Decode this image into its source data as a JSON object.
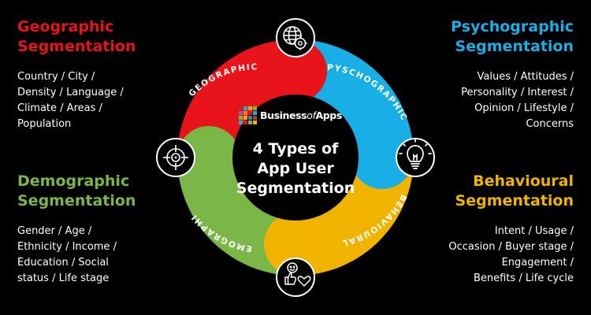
{
  "colors": {
    "background": "#000000",
    "geographic": "#e8141a",
    "psychographic": "#1aaee6",
    "behavioural": "#f0b400",
    "demographic": "#7ab648"
  },
  "center": {
    "logo_part1": "Business",
    "logo_part2": "of",
    "logo_part3": "Apps",
    "title_lines": [
      "4 Types of",
      "App User",
      "Segmentation"
    ]
  },
  "ring_labels": {
    "geographic": "GEOGRAPHIC",
    "psychographic": "PYSCHOGRAPHIC",
    "behavioural": "BEHAVIOURAL",
    "demographic": "DEMOGRAPHIC"
  },
  "icons": {
    "geographic": "globe-gear-icon",
    "psychographic": "lightbulb-icon",
    "behavioural": "smiley-thumbs-up-heart-icon",
    "demographic": "target-crosshair-icon"
  },
  "segments": {
    "geographic": {
      "title_lines": [
        "Geographic",
        "Segmentation"
      ],
      "desc_lines": [
        "Country / City /",
        "Density / Language /",
        "Climate / Areas /",
        "Population"
      ]
    },
    "psychographic": {
      "title_lines": [
        "Psychographic",
        "Segmentation"
      ],
      "desc_lines": [
        "Values / Attitudes /",
        "Personality / Interest /",
        "Opinion / Lifestyle /",
        "Concerns"
      ]
    },
    "demographic": {
      "title_lines": [
        "Demographic",
        "Segmentation"
      ],
      "desc_lines": [
        "Gender / Age /",
        "Ethnicity / Income /",
        "Education / Social",
        "status / Life stage"
      ]
    },
    "behavioural": {
      "title_lines": [
        "Behavioural",
        "Segmentation"
      ],
      "desc_lines": [
        "Intent / Usage /",
        "Occasion / Buyer stage /",
        "Engagement /",
        "Benefits / Life cycle"
      ]
    }
  }
}
